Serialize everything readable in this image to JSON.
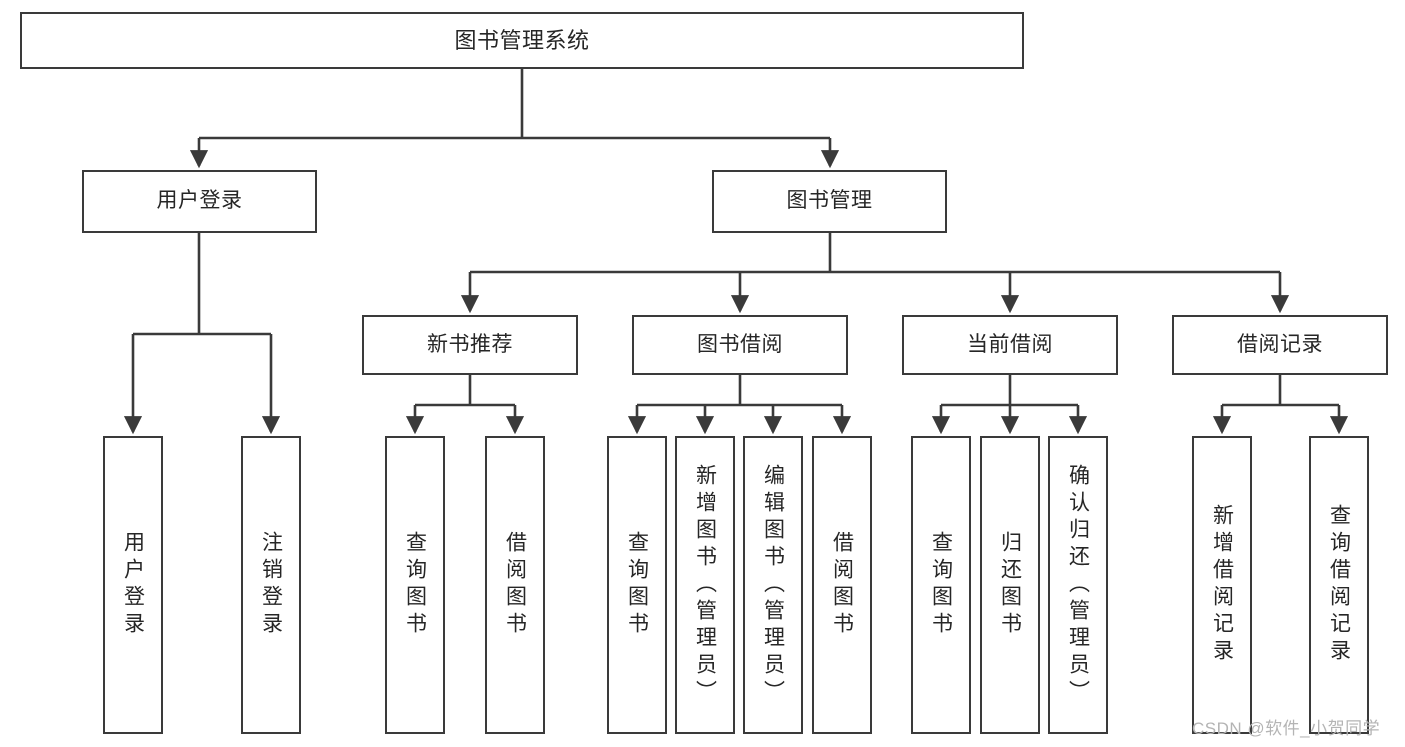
{
  "diagram": {
    "title": "图书管理系统",
    "type": "functional-structure-tree",
    "orientation": "top-down",
    "stroke_color": "#3a3a3a",
    "fill_color": "#ffffff",
    "text_color": "#262626"
  },
  "nodes": {
    "root": {
      "label": "图书管理系统"
    },
    "level2": [
      {
        "id": "user-login",
        "label": "用户登录"
      },
      {
        "id": "book-manage",
        "label": "图书管理"
      }
    ],
    "level3": [
      {
        "id": "new-book-recommend",
        "label": "新书推荐"
      },
      {
        "id": "book-borrow",
        "label": "图书借阅"
      },
      {
        "id": "current-borrow",
        "label": "当前借阅"
      },
      {
        "id": "borrow-record",
        "label": "借阅记录"
      }
    ],
    "leaves": {
      "user-login": [
        {
          "id": "leaf-user-login",
          "label": "用户登录"
        },
        {
          "id": "leaf-logout-login",
          "label": "注销登录"
        }
      ],
      "new-book-recommend": [
        {
          "id": "leaf-query-book-1",
          "label": "查询图书"
        },
        {
          "id": "leaf-borrow-book-1",
          "label": "借阅图书"
        }
      ],
      "book-borrow": [
        {
          "id": "leaf-query-book-2",
          "label": "查询图书"
        },
        {
          "id": "leaf-add-book",
          "label": "新增图书（管理员）"
        },
        {
          "id": "leaf-edit-book",
          "label": "编辑图书（管理员）"
        },
        {
          "id": "leaf-borrow-book-2",
          "label": "借阅图书"
        }
      ],
      "current-borrow": [
        {
          "id": "leaf-query-book-3",
          "label": "查询图书"
        },
        {
          "id": "leaf-return-book",
          "label": "归还图书"
        },
        {
          "id": "leaf-confirm-return",
          "label": "确认归还（管理员）"
        }
      ],
      "borrow-record": [
        {
          "id": "leaf-add-record",
          "label": "新增借阅记录"
        },
        {
          "id": "leaf-query-record",
          "label": "查询借阅记录"
        }
      ]
    }
  },
  "watermark": {
    "text": "CSDN @软件_小贺同学"
  }
}
